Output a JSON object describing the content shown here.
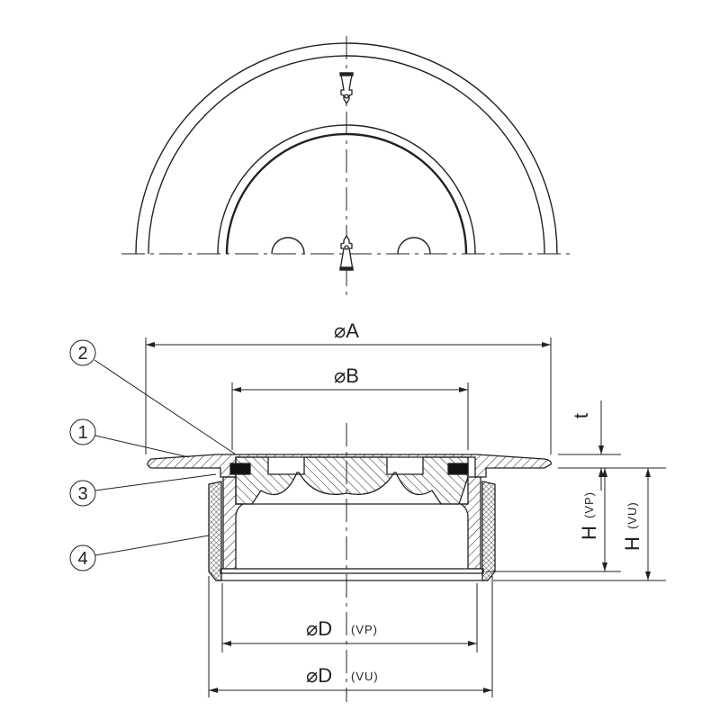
{
  "top_view": {
    "title": ""
  },
  "callouts": [
    {
      "number": "1"
    },
    {
      "number": "2"
    },
    {
      "number": "3"
    },
    {
      "number": "4"
    }
  ],
  "dimensions": {
    "diam_a": "⌀A",
    "diam_b": "⌀B",
    "thickness": "t",
    "height_vp": {
      "letter": "H",
      "suffix": "(VP)"
    },
    "height_vu": {
      "letter": "H",
      "suffix": "(VU)"
    },
    "diam_d_vp": {
      "letter": "⌀D",
      "suffix": "(VP)"
    },
    "diam_d_vu": {
      "letter": "⌀D",
      "suffix": "(VU)"
    }
  },
  "colors": {
    "line": "#222222",
    "seal": "#111111"
  }
}
